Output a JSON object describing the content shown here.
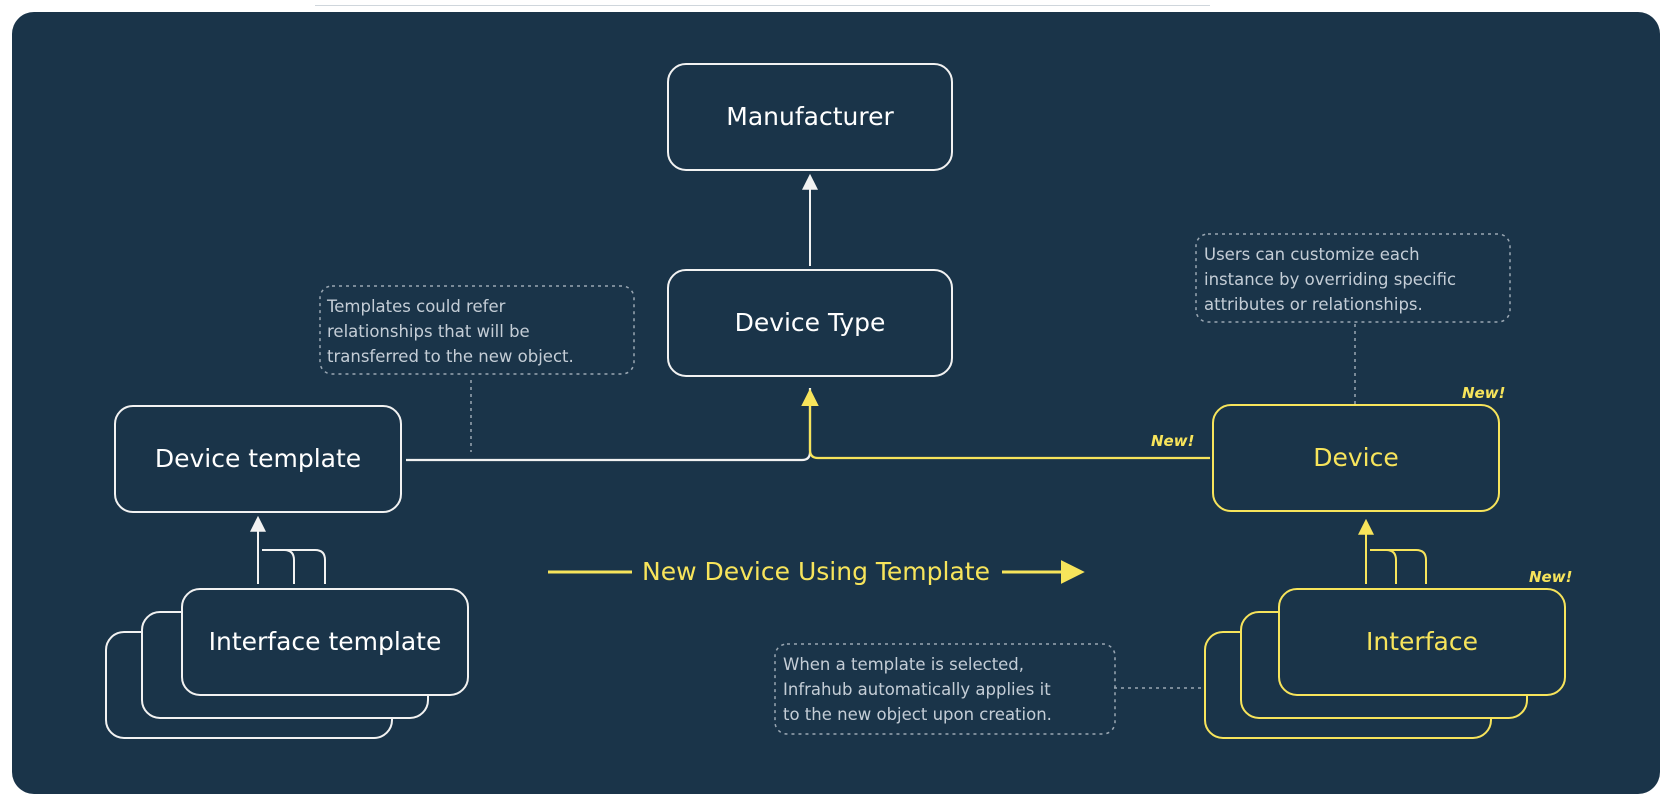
{
  "colors": {
    "background": "#1a3449",
    "outer": "#ffffff",
    "line_white": "#f2f2f2",
    "highlight": "#f7e45b",
    "note_border": "#9aa7b3",
    "note_text": "#c4cdd6"
  },
  "nodes": {
    "manufacturer": "Manufacturer",
    "device_type": "Device Type",
    "device_template": "Device template",
    "interface_template": "Interface template",
    "device": "Device",
    "interface": "Interface"
  },
  "flow": {
    "label": "New Device Using Template"
  },
  "tags": {
    "device_new": "New!",
    "device_link_new": "New!",
    "interface_new": "New!"
  },
  "notes": {
    "templates_lines": [
      "Templates could refer",
      "relationships that will be",
      "transferred to the new object."
    ],
    "customize_lines": [
      "Users can customize each",
      "instance by overriding specific",
      "attributes or relationships."
    ],
    "applied_lines": [
      "When a template is selected,",
      "Infrahub automatically applies it",
      "to the new object upon creation."
    ]
  }
}
